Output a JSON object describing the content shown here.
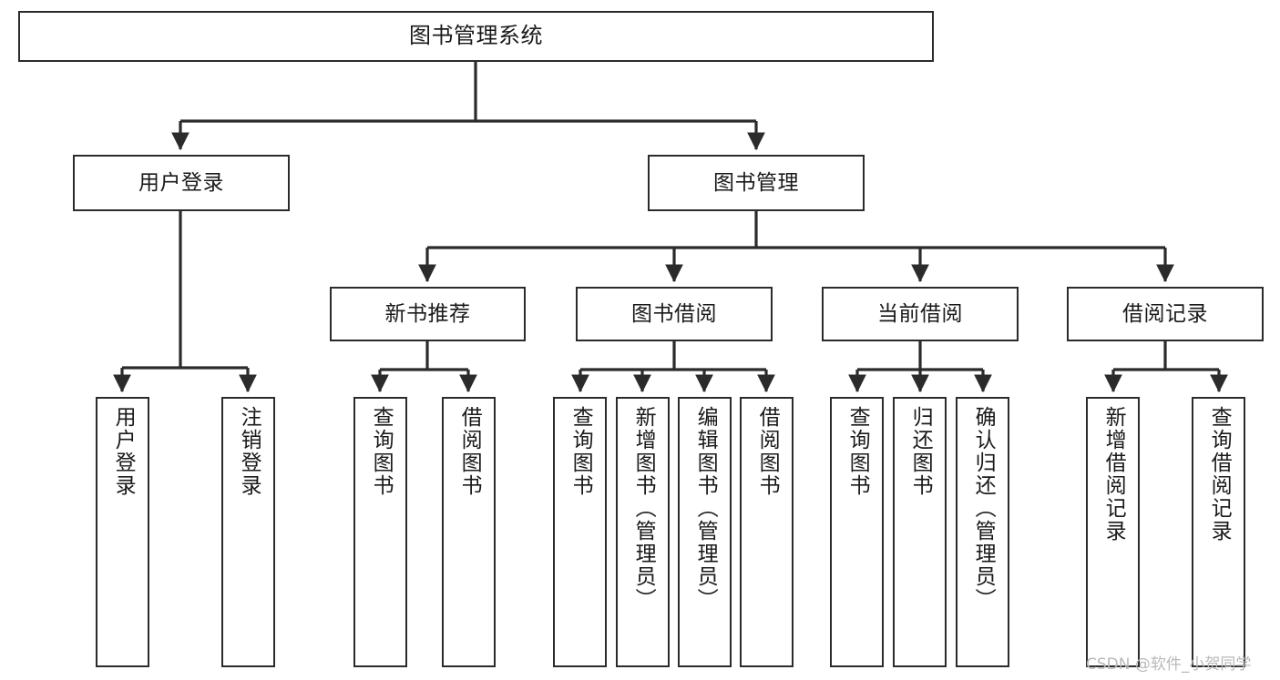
{
  "diagram": {
    "title": "图书管理系统",
    "type": "tree-hierarchy",
    "watermark": "CSDN @软件_小贺同学",
    "colors": {
      "background": "#ffffff",
      "box_border": "#2b2b2b",
      "box_fill": "#ffffff",
      "edge": "#2b2b2b",
      "text": "#1a1a1a",
      "watermark": "#b9b9b9"
    }
  },
  "nodes": {
    "root": {
      "label": "图书管理系统",
      "level": 1
    },
    "level2": [
      {
        "id": "user-login",
        "label": "用户登录"
      },
      {
        "id": "book-manage",
        "label": "图书管理"
      }
    ],
    "level3": [
      {
        "id": "new-book-recommend",
        "label": "新书推荐"
      },
      {
        "id": "book-borrow",
        "label": "图书借阅"
      },
      {
        "id": "current-borrow",
        "label": "当前借阅"
      },
      {
        "id": "borrow-record",
        "label": "借阅记录"
      }
    ],
    "leaves": {
      "user-login": [
        {
          "id": "leaf-user-login",
          "label": "用户登录"
        },
        {
          "id": "leaf-user-logout",
          "label": "注销登录"
        }
      ],
      "new-book-recommend": [
        {
          "id": "leaf-query-book-1",
          "label": "查询图书"
        },
        {
          "id": "leaf-borrow-book-1",
          "label": "借阅图书"
        }
      ],
      "book-borrow": [
        {
          "id": "leaf-query-book-2",
          "label": "查询图书"
        },
        {
          "id": "leaf-add-book",
          "label": "新增图书（管理员）"
        },
        {
          "id": "leaf-edit-book",
          "label": "编辑图书（管理员）"
        },
        {
          "id": "leaf-borrow-book-2",
          "label": "借阅图书"
        }
      ],
      "current-borrow": [
        {
          "id": "leaf-query-book-3",
          "label": "查询图书"
        },
        {
          "id": "leaf-return-book",
          "label": "归还图书"
        },
        {
          "id": "leaf-confirm-return",
          "label": "确认归还（管理员）"
        }
      ],
      "borrow-record": [
        {
          "id": "leaf-add-record",
          "label": "新增借阅记录"
        },
        {
          "id": "leaf-query-record",
          "label": "查询借阅记录"
        }
      ]
    }
  }
}
